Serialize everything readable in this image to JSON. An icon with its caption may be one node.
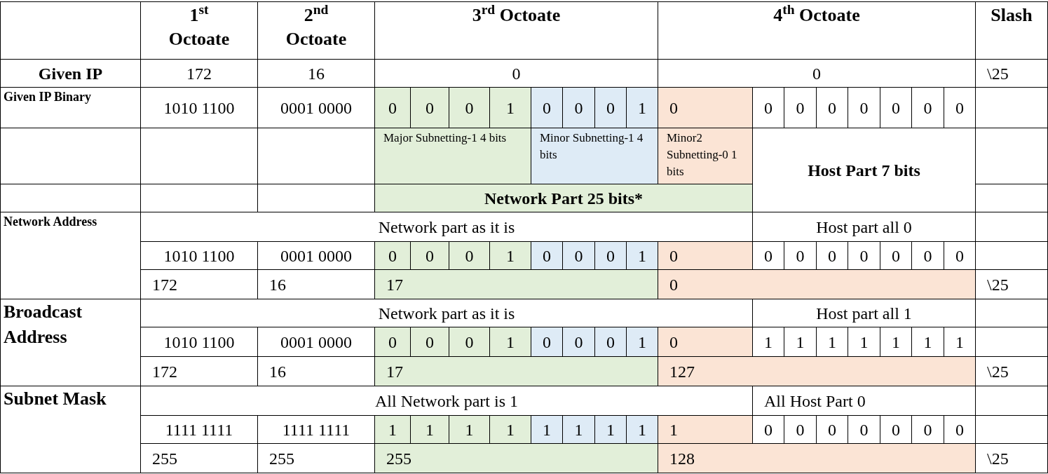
{
  "diagram": {
    "labels": [
      "1$^{st}$ Octoate",
      "2$^{nd}$ Octoate",
      "3$^{rd}$ Octoate",
      "4$^{th}$ Octoate",
      "Slash",
      "Given IP",
      "172",
      "16",
      "0",
      "0",
      "\\25",
      "Given IP Binary",
      "1010 1100",
      "0001 0000",
      "0",
      "0",
      "0",
      "1",
      "0",
      "0",
      "0",
      "1",
      "0",
      "0",
      "0",
      "0",
      "0",
      "0",
      "0",
      "0",
      "Major Subnetting-1 4 bits",
      "Minor Subnetting-1 4 bits",
      "Minor2 Subnetting-0 1 bits",
      "Host Part 7 bits",
      "Network Part 25 bits*",
      "Network Address",
      "Network part as it is",
      "Host part all 0",
      "1010 1100",
      "0001 0000",
      "0",
      "0",
      "0",
      "1",
      "0",
      "0",
      "0",
      "1",
      "0",
      "0",
      "0",
      "0",
      "0",
      "0",
      "0",
      "0",
      "172",
      "16",
      "17",
      "0",
      "\\25",
      "Broadcast Address",
      "Network part as it is",
      "Host part all 1",
      "1010 1100",
      "0001 0000",
      "0",
      "0",
      "0",
      "1",
      "0",
      "0",
      "0",
      "1",
      "0",
      "1",
      "1",
      "1",
      "1",
      "1",
      "1",
      "1",
      "172",
      "16",
      "17",
      "127",
      "\\25",
      "Subnet Mask",
      "All Network part is 1",
      "All Host Part 0",
      "1111 1111",
      "1111 1111",
      "1",
      "1",
      "1",
      "1",
      "1",
      "1",
      "1",
      "1",
      "1",
      "0",
      "0",
      "0",
      "0",
      "0",
      "0",
      "0",
      "255",
      "255",
      "255",
      "128",
      "\\25"
    ]
  }
}
